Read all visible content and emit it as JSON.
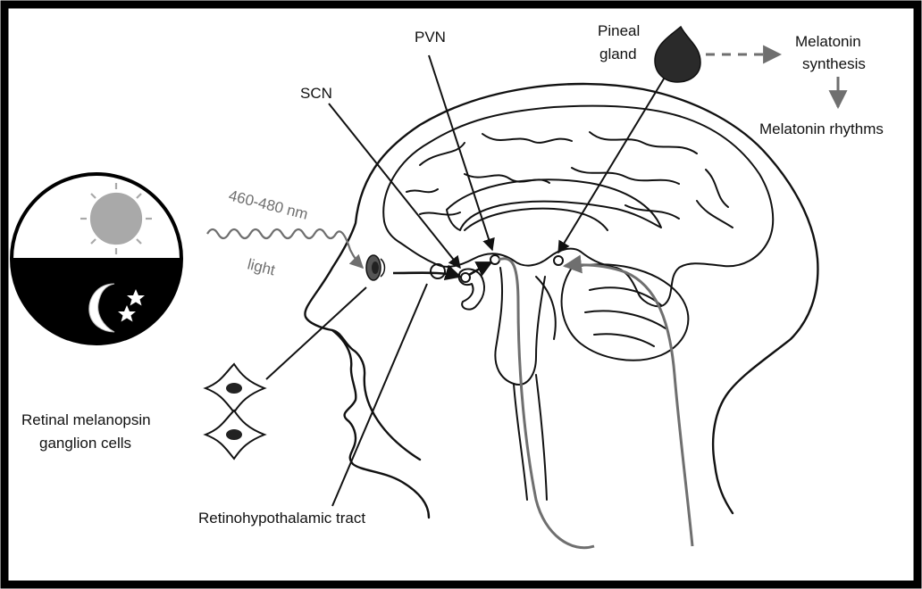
{
  "labels": {
    "pvn": "PVN",
    "pineal_line1": "Pineal",
    "pineal_line2": "gland",
    "melatonin_synth_line1": "Melatonin",
    "melatonin_synth_line2": "synthesis",
    "melatonin_rhythms": "Melatonin rhythms",
    "scn": "SCN",
    "wavelength": "460-480 nm",
    "light": "light",
    "retinal_line1": "Retinal melanopsin",
    "retinal_line2": "ganglion cells",
    "rht": "Retinohypothalamic tract"
  },
  "colors": {
    "ink": "#111111",
    "gray_path": "#6f6f6f",
    "sun": "#a9a9a9",
    "night": "#000000"
  },
  "icons": [
    "sun-icon",
    "moon-icon",
    "star-icon",
    "eye-icon",
    "ganglion-cell-icon",
    "pineal-gland-icon"
  ]
}
